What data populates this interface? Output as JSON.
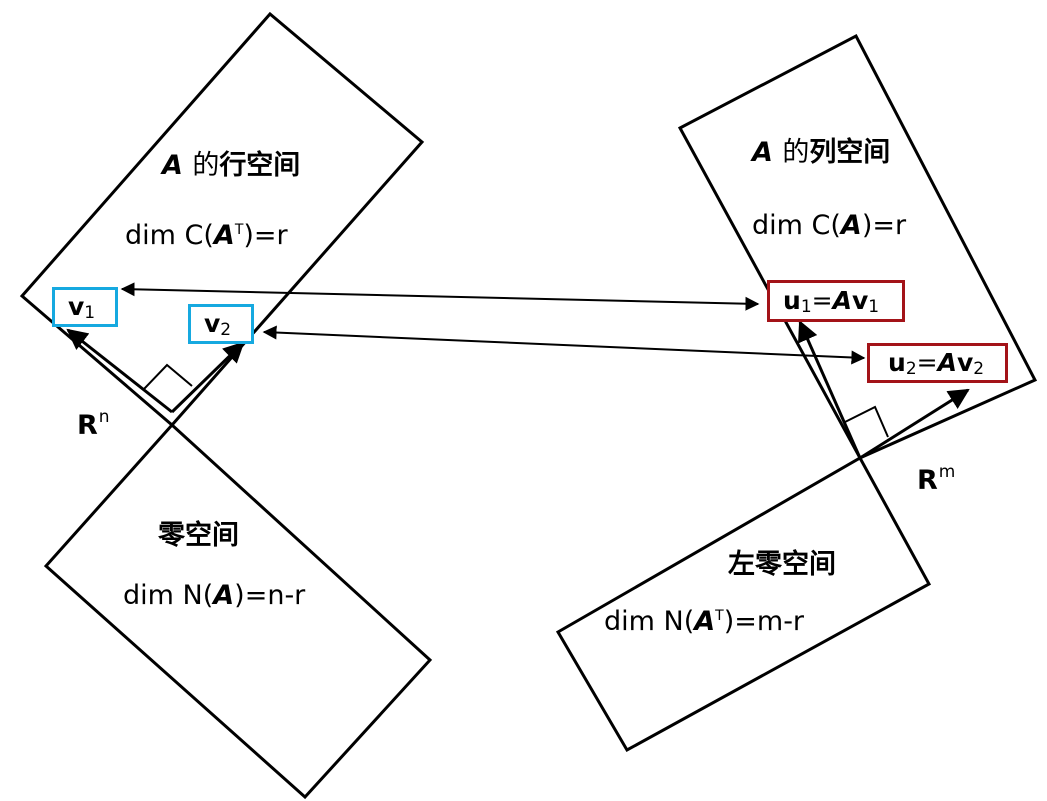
{
  "left": {
    "row_space": {
      "title_A": "A",
      "title_de": "的",
      "title_rest": "行空间",
      "dim_prefix": "dim C(",
      "dim_A": "A",
      "dim_sup": "T",
      "dim_suffix": ")=r"
    },
    "null_space": {
      "title": "零空间",
      "dim_prefix": "dim N(",
      "dim_A": "A",
      "dim_suffix": ")=n-r"
    },
    "space_label": "R",
    "space_sup": "n",
    "v1": {
      "v": "v",
      "sub": "1"
    },
    "v2": {
      "v": "v",
      "sub": "2"
    }
  },
  "right": {
    "col_space": {
      "title_A": "A",
      "title_de": "的",
      "title_rest": "列空间",
      "dim_prefix": "dim C(",
      "dim_A": "A",
      "dim_suffix": ")=r"
    },
    "left_null_space": {
      "title": "左零空间",
      "dim_prefix": "dim N(",
      "dim_A": "A",
      "dim_sup": "T",
      "dim_suffix": ")=m-r"
    },
    "space_label": "R",
    "space_sup": "m",
    "u1": {
      "u": "u",
      "sub": "1",
      "eq": "=",
      "A": "A",
      "v": "v",
      "vsub": "1"
    },
    "u2": {
      "u": "u",
      "sub": "2",
      "eq": "=",
      "A": "A",
      "v": "v",
      "vsub": "2"
    }
  },
  "colors": {
    "blue_box": "#16a9e0",
    "red_box": "#a31318",
    "lines": "#000000"
  }
}
